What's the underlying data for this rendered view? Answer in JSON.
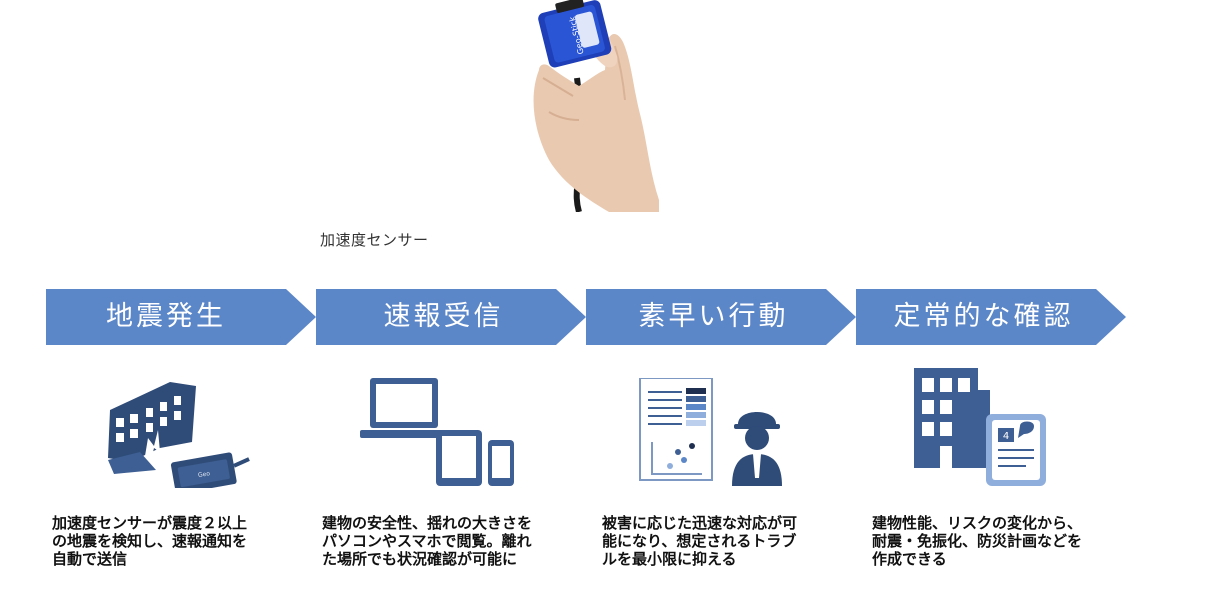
{
  "photo": {
    "caption": "加速度センサー",
    "device_label": "Geo-Stick"
  },
  "steps": [
    {
      "title": "地震発生",
      "icon": "building-sensor-icon",
      "description": "加速度センサーが震度２以上\nの地震を検知し、速報通知を\n自動で送信"
    },
    {
      "title": "速報受信",
      "icon": "devices-icon",
      "description": "建物の安全性、揺れの大きさを\nパソコンやスマホで閲覧。離れ\nた場所でも状況確認が可能に"
    },
    {
      "title": "素早い行動",
      "icon": "report-worker-icon",
      "description": "被害に応じた迅速な対応が可\n能になり、想定されるトラブ\nルを最小限に抑える"
    },
    {
      "title": "定常的な確認",
      "icon": "building-document-icon",
      "description": "建物性能、リスクの変化から、\n耐震・免振化、防災計画などを\n作成できる"
    }
  ],
  "colors": {
    "arrow": "#5B86C8",
    "icon_dark": "#2F4B78",
    "icon_mid": "#3E5F93"
  }
}
